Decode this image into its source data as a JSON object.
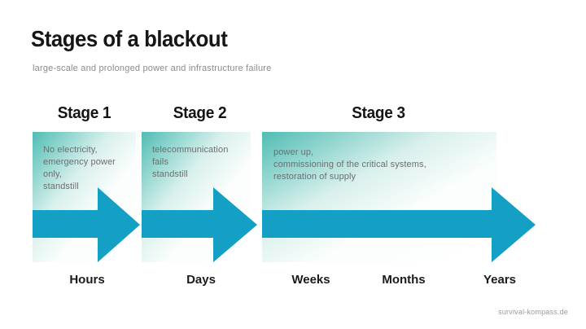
{
  "header": {
    "title": "Stages of a blackout",
    "subtitle": "large-scale and prolonged power and infrastructure failure"
  },
  "stages": [
    {
      "label": "Stage 1",
      "lines": [
        "No electricity,",
        "emergency power",
        "only,",
        "standstill"
      ]
    },
    {
      "label": "Stage 2",
      "lines": [
        "telecommunication",
        "fails",
        "standstill"
      ]
    },
    {
      "label": "Stage 3",
      "lines": [
        "power up,",
        "commissioning of the critical systems,",
        "restoration of supply"
      ]
    }
  ],
  "timeline": {
    "labels": [
      "Hours",
      "Days",
      "Weeks",
      "Months",
      "Years"
    ]
  },
  "footer": {
    "credit": "survival-kompass.de"
  },
  "colors": {
    "arrow_cyan": "#149fc4",
    "box_teal": "#4fbdb4",
    "body_text_gray": "#6e6e6e"
  }
}
